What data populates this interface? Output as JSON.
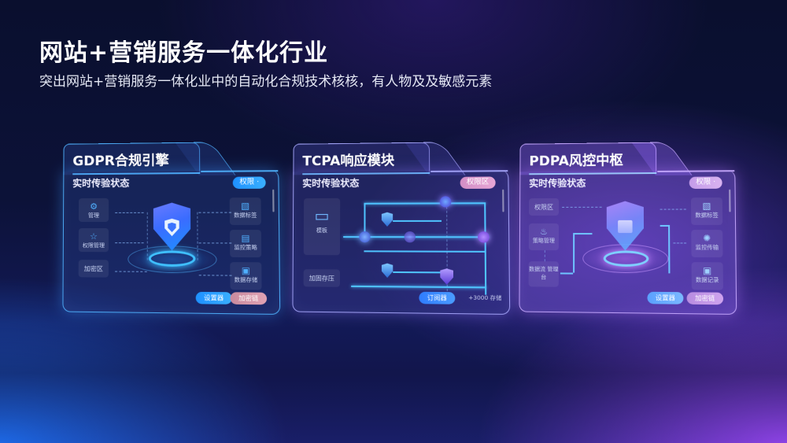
{
  "header": {
    "title": "网站+营销服务一体化行业",
    "subtitle": "突出网站+营销服务一体化业中的自动化合规技术核核，有人物及及敏感元素"
  },
  "colors": {
    "bg_dark": "#0a0f2e",
    "bg_blue": "#1e6ef0",
    "bg_purple": "#9646f0",
    "card1_accent": "#3aa8ff",
    "card2_accent": "#4fc3ff",
    "card3_accent": "#b48cff"
  },
  "cards": [
    {
      "title": "GDPR合规引擎",
      "status_label": "实时传验状态",
      "pill": "权限 ·",
      "left_items": [
        {
          "icon": "gear-badge-icon",
          "label": "管理"
        },
        {
          "icon": "star-icon",
          "label": "权限管理"
        },
        {
          "icon": "",
          "label": "加密区"
        }
      ],
      "right_items": [
        {
          "icon": "document-check-icon",
          "label": "数据标签"
        },
        {
          "icon": "form-icon",
          "label": "监控策略"
        },
        {
          "icon": "clipboard-icon",
          "label": "数据存储"
        }
      ],
      "center": "shield-icon",
      "buttons": [
        {
          "label": "设置器"
        },
        {
          "label": "加密链"
        }
      ]
    },
    {
      "title": "TCPA响应模块",
      "status_label": "实时传验状态",
      "pill": "权限区",
      "left_items": [
        {
          "icon": "monitor-icon",
          "label": "模板"
        },
        {
          "icon": "",
          "label": "加固存压"
        }
      ],
      "center": "flow-diagram",
      "buttons": [
        {
          "label": "订阅器"
        }
      ],
      "footnote": "+3000 存储"
    },
    {
      "title": "PDPA风控中枢",
      "status_label": "实时传验状态",
      "pill": "权限 ·",
      "left_items": [
        {
          "icon": "",
          "label": "权限区"
        },
        {
          "icon": "fire-shield-icon",
          "label": "策略管理"
        },
        {
          "icon": "",
          "label": "数据流 管理台"
        }
      ],
      "right_items": [
        {
          "icon": "document-check-icon",
          "label": "数据标签"
        },
        {
          "icon": "bug-icon",
          "label": "监控传输"
        },
        {
          "icon": "clipboard-icon",
          "label": "数据记录"
        }
      ],
      "center": "shield-icon",
      "buttons": [
        {
          "label": "设置器"
        },
        {
          "label": "加密链"
        }
      ]
    }
  ]
}
